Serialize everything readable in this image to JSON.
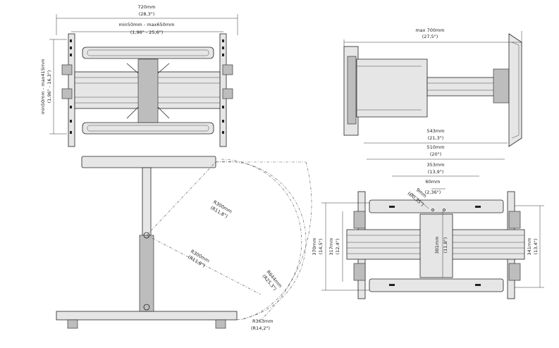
{
  "front": {
    "width_mm": "720mm",
    "width_in": "(28,3\")",
    "span_mm": "min50mm - max650mm",
    "span_in": "(1,96\" - 25,6\")",
    "height_mm": "min50mm  -  max415mm",
    "height_in": "(1,96\"  -  16,3\")"
  },
  "side": {
    "depth_mm": "max 700mm",
    "depth_in": "(27,5\")"
  },
  "wall": {
    "d543_mm": "543mm",
    "d543_in": "(21,3\")",
    "d510_mm": "510mm",
    "d510_in": "(20\")",
    "d353_mm": "353mm",
    "d353_in": "(13,9\")",
    "d60_mm": "60mm",
    "d60_in": "(2,36\")",
    "d9_mm": "9mm",
    "d9_in": "(Ø0,35\")",
    "d301_mm": "301mm",
    "d301_in": "(11,8\")",
    "d370_mm": "370mm",
    "d370_in": "(14,5\")",
    "d317_mm": "317mm",
    "d317_in": "(12,4\")",
    "d341_mm": "341mm",
    "d341_in": "(13,4\")"
  },
  "top": {
    "r300a_mm": "R300mm",
    "r300a_in": "(R11,8\")",
    "r300b_mm": "R300mm",
    "r300b_in": "(R11,8\")",
    "r644_mm": "R644mm",
    "r644_in": "(R25,3\")",
    "r363_mm": "R363mm",
    "r363_in": "(R14,2\")"
  }
}
